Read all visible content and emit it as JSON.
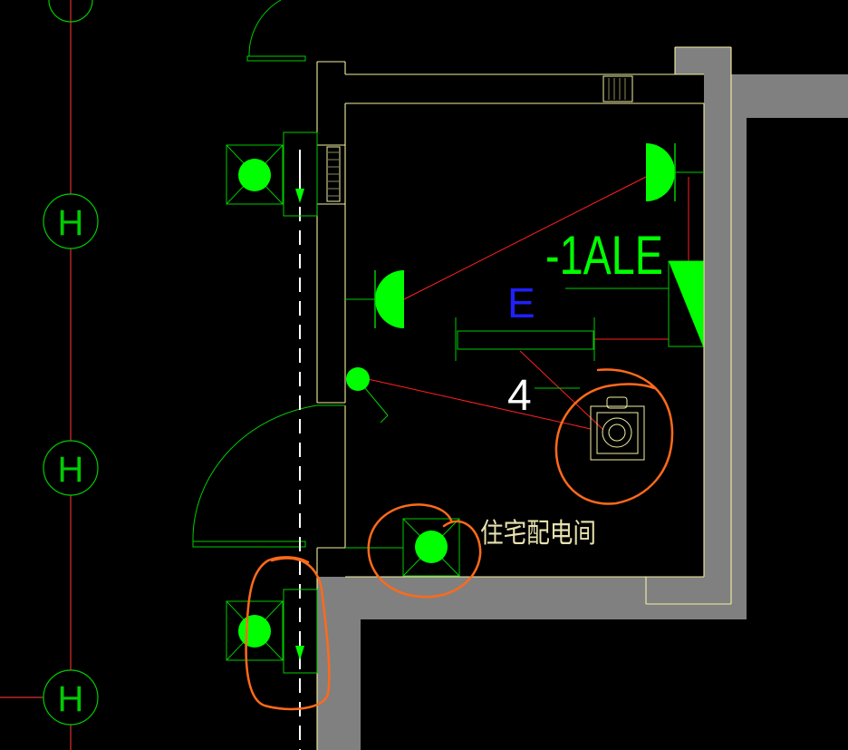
{
  "labels": {
    "circuit_id": "-1ALE",
    "line_type": "E",
    "wire_count": "4",
    "room_name": "住宅配电间",
    "grid_marker": "H"
  },
  "colors": {
    "background": "#000000",
    "grid_line": "#e03030",
    "grid_bubble": "#00cc00",
    "wall_outline": "#f5f0a0",
    "wall_fill": "#808080",
    "fixture_bright": "#00ff00",
    "fixture_line": "#00cc00",
    "wiring": "#ff2020",
    "annotation_highlight": "#ff6a1a",
    "circuit_text": "#00ff00",
    "line_type_text": "#2020ff",
    "wire_count_text": "#ffffff",
    "room_name_text": "#e8e2b0"
  }
}
